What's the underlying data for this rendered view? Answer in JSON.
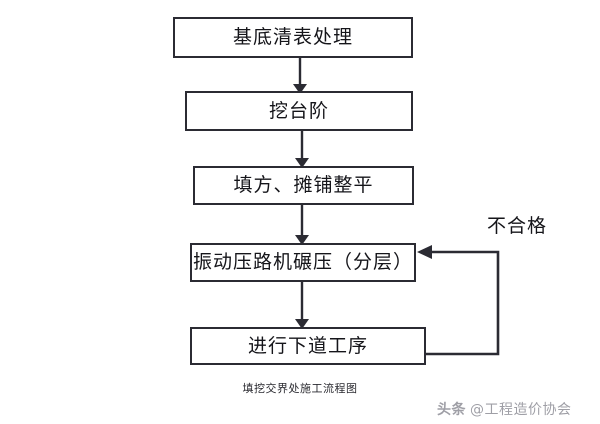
{
  "figure": {
    "caption": "填挖交界处施工流程图",
    "nodes": [
      {
        "id": "node-1",
        "label": "基底清表处理"
      },
      {
        "id": "node-2",
        "label": "挖台阶"
      },
      {
        "id": "node-3",
        "label": "填方、摊铺整平"
      },
      {
        "id": "node-4",
        "label": "振动压路机碾压（分层）"
      },
      {
        "id": "node-5",
        "label": "进行下道工序"
      }
    ],
    "edge_labels": {
      "reject": "不合格"
    },
    "colors": {
      "stroke": "#2b2b33",
      "text": "#15151a",
      "background": "#ffffff",
      "caption": "#2a2a30",
      "watermark": "#9a9aa2"
    }
  },
  "watermark": {
    "brand": "头条",
    "handle": "@工程造价协会"
  }
}
